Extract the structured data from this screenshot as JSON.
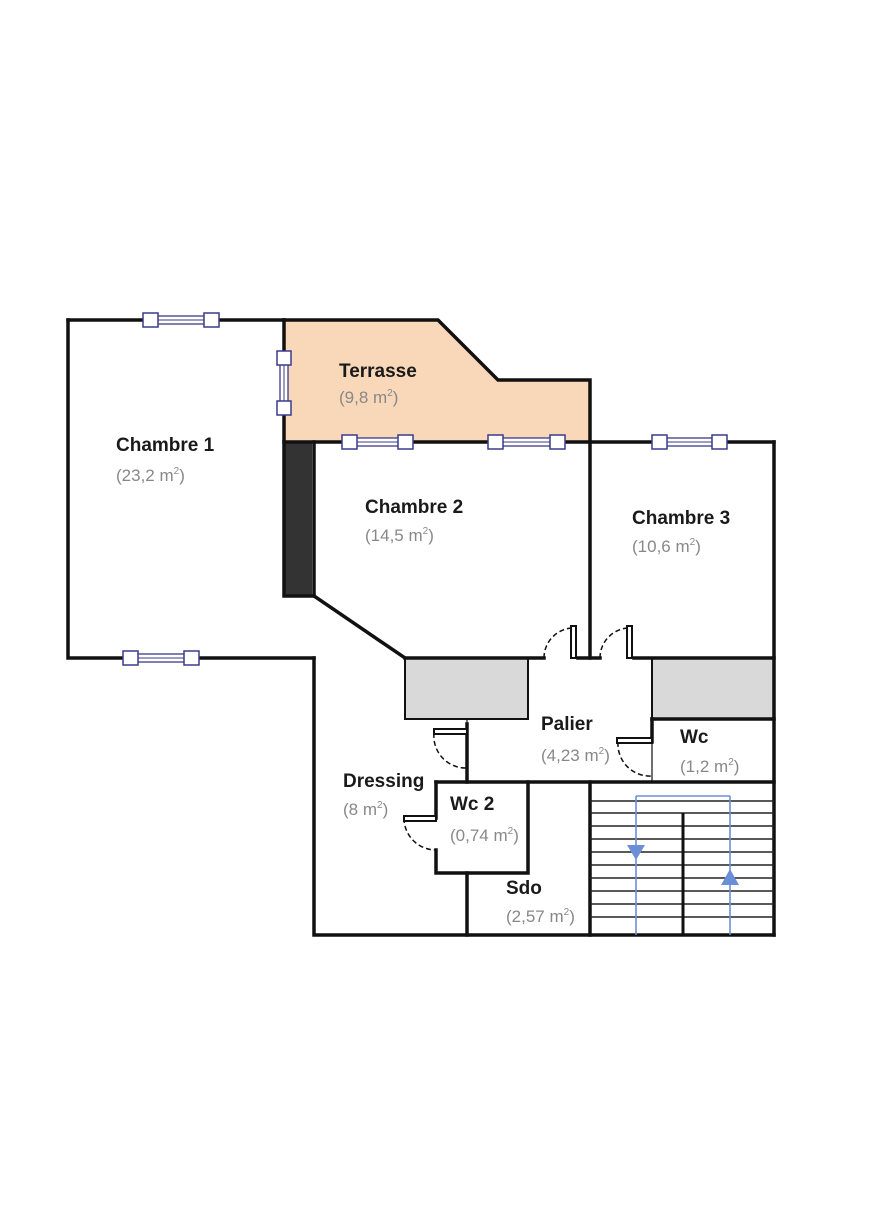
{
  "colors": {
    "terrace_fill": "#f9d8b9",
    "wall": "#111111",
    "furniture_fill": "#d9d9d9",
    "closet_fill": "#333333",
    "window": "#3a3a8a",
    "stair_arrow": "#6b8fd6",
    "area_text": "#888888"
  },
  "rooms": {
    "terrasse": {
      "name": "Terrasse",
      "area": "(9,8 m",
      "close": ")"
    },
    "chambre1": {
      "name": "Chambre 1",
      "area": "(23,2 m",
      "close": ")"
    },
    "chambre2": {
      "name": "Chambre 2",
      "area": "(14,5 m",
      "close": ")"
    },
    "chambre3": {
      "name": "Chambre 3",
      "area": "(10,6 m",
      "close": ")"
    },
    "palier": {
      "name": "Palier",
      "area": "(4,23 m",
      "close": ")"
    },
    "wc": {
      "name": "Wc",
      "area": "(1,2 m",
      "close": ")"
    },
    "dressing": {
      "name": "Dressing",
      "area": "(8 m",
      "close": ")"
    },
    "wc2": {
      "name": "Wc 2",
      "area": "(0,74 m",
      "close": ")"
    },
    "sdo": {
      "name": "Sdo",
      "area": "(2,57 m",
      "close": ")"
    }
  },
  "units": {
    "squared": "2"
  },
  "icons": {
    "stairs": "stairs-icon",
    "window": "window-icon",
    "door": "door-icon"
  }
}
